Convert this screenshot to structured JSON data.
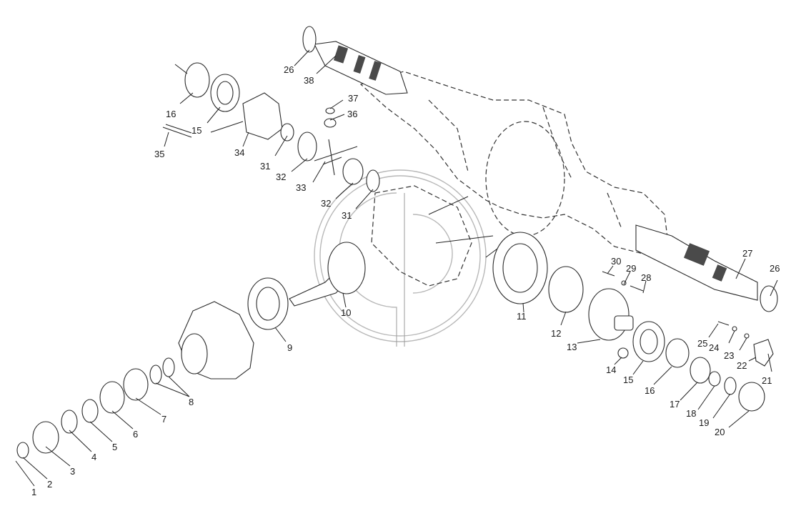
{
  "diagram": {
    "labels": [
      {
        "id": "1",
        "text": "1"
      },
      {
        "id": "2",
        "text": "2"
      },
      {
        "id": "3",
        "text": "3"
      },
      {
        "id": "4",
        "text": "4"
      },
      {
        "id": "5",
        "text": "5"
      },
      {
        "id": "6",
        "text": "6"
      },
      {
        "id": "7",
        "text": "7"
      },
      {
        "id": "8",
        "text": "8"
      },
      {
        "id": "9",
        "text": "9"
      },
      {
        "id": "10",
        "text": "10"
      },
      {
        "id": "11",
        "text": "11"
      },
      {
        "id": "12",
        "text": "12"
      },
      {
        "id": "13",
        "text": "13"
      },
      {
        "id": "14",
        "text": "14"
      },
      {
        "id": "15a",
        "text": "15"
      },
      {
        "id": "15b",
        "text": "15"
      },
      {
        "id": "16a",
        "text": "16"
      },
      {
        "id": "16b",
        "text": "16"
      },
      {
        "id": "17",
        "text": "17"
      },
      {
        "id": "18",
        "text": "18"
      },
      {
        "id": "19",
        "text": "19"
      },
      {
        "id": "20",
        "text": "20"
      },
      {
        "id": "21",
        "text": "21"
      },
      {
        "id": "22",
        "text": "22"
      },
      {
        "id": "23",
        "text": "23"
      },
      {
        "id": "24",
        "text": "24"
      },
      {
        "id": "25",
        "text": "25"
      },
      {
        "id": "26a",
        "text": "26"
      },
      {
        "id": "26b",
        "text": "26"
      },
      {
        "id": "27",
        "text": "27"
      },
      {
        "id": "28",
        "text": "28"
      },
      {
        "id": "29",
        "text": "29"
      },
      {
        "id": "30",
        "text": "30"
      },
      {
        "id": "31a",
        "text": "31"
      },
      {
        "id": "31b",
        "text": "31"
      },
      {
        "id": "32a",
        "text": "32"
      },
      {
        "id": "32b",
        "text": "32"
      },
      {
        "id": "33",
        "text": "33"
      },
      {
        "id": "34",
        "text": "34"
      },
      {
        "id": "35",
        "text": "35"
      },
      {
        "id": "36",
        "text": "36"
      },
      {
        "id": "37",
        "text": "37"
      },
      {
        "id": "38",
        "text": "38"
      }
    ]
  }
}
